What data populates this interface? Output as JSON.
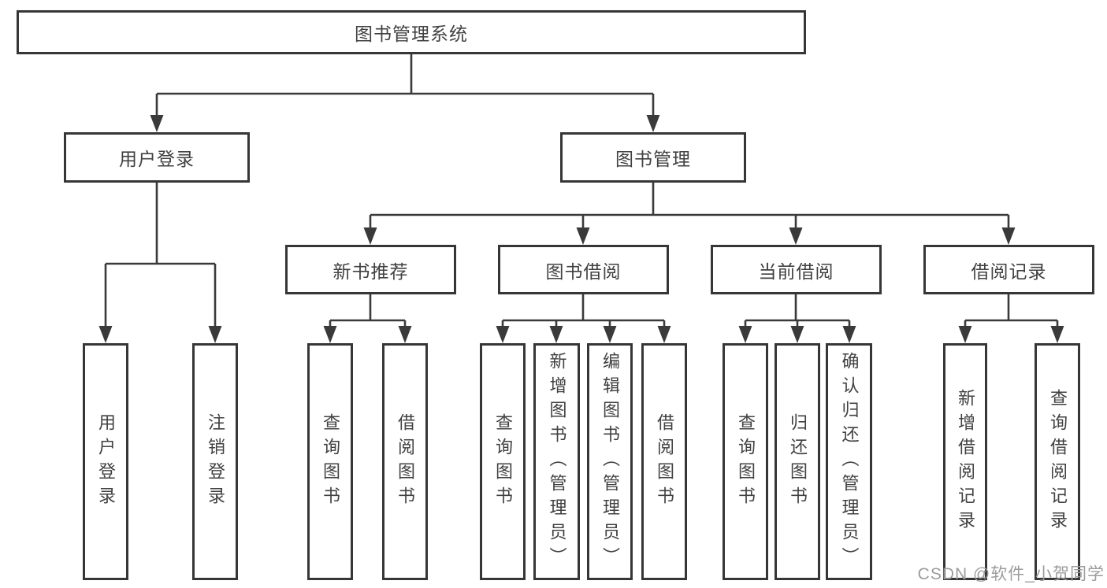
{
  "diagram": {
    "root": {
      "label": "图书管理系统"
    },
    "level2": [
      {
        "label": "用户登录"
      },
      {
        "label": "图书管理"
      }
    ],
    "level3": [
      {
        "label": "新书推荐"
      },
      {
        "label": "图书借阅"
      },
      {
        "label": "当前借阅"
      },
      {
        "label": "借阅记录"
      }
    ],
    "leaves": {
      "login": [
        {
          "label": "用户登录"
        },
        {
          "label": "注销登录"
        }
      ],
      "recommend": [
        {
          "label": "查询图书"
        },
        {
          "label": "借阅图书"
        }
      ],
      "borrow": [
        {
          "label": "查询图书"
        },
        {
          "label": "新增图书（管理员）"
        },
        {
          "label": "编辑图书（管理员）"
        },
        {
          "label": "借阅图书"
        }
      ],
      "current": [
        {
          "label": "查询图书"
        },
        {
          "label": "归还图书"
        },
        {
          "label": "确认归还（管理员）"
        }
      ],
      "records": [
        {
          "label": "新增借阅记录"
        },
        {
          "label": "查询借阅记录"
        }
      ]
    }
  },
  "watermark": "CSDN @软件_小贺同学",
  "colors": {
    "line": "#3a3a3a",
    "border": "#363636",
    "text": "#414141",
    "background": "#ffffff",
    "watermark": "#9c9c9c"
  }
}
